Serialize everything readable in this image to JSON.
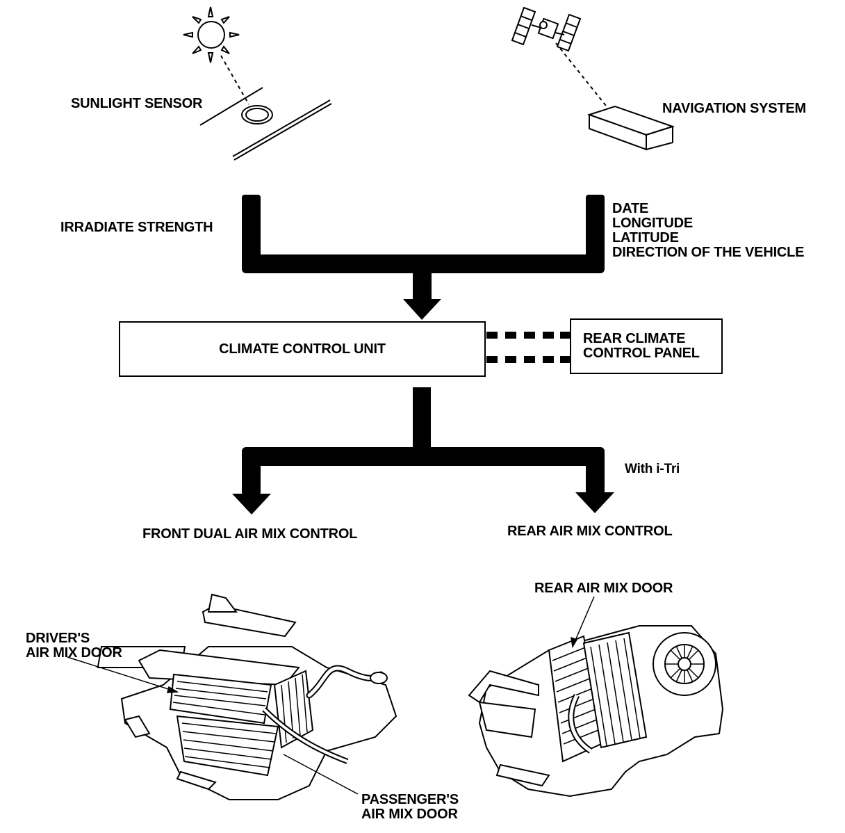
{
  "sensors": {
    "sunlight_sensor": "SUNLIGHT SENSOR",
    "navigation_system": "NAVIGATION SYSTEM"
  },
  "inputs": {
    "irradiate_strength": "IRRADIATE STRENGTH",
    "nav_data": [
      "DATE",
      "LONGITUDE",
      "LATITUDE",
      "DIRECTION OF THE VEHICLE"
    ]
  },
  "units": {
    "climate_control_unit": "CLIMATE CONTROL UNIT",
    "rear_panel": [
      "REAR CLIMATE",
      "CONTROL PANEL"
    ]
  },
  "outputs": {
    "with_itri": "With i-Tri",
    "front_control": "FRONT DUAL AIR MIX CONTROL",
    "rear_control": "REAR AIR MIX CONTROL"
  },
  "doors": {
    "drivers": [
      "DRIVER'S",
      "AIR MIX DOOR"
    ],
    "passengers": [
      "PASSENGER'S",
      "AIR MIX DOOR"
    ],
    "rear": "REAR AIR MIX DOOR"
  },
  "icons": [
    "sun-icon",
    "satellite-icon",
    "sunlight-sensor-icon",
    "navigation-unit-icon",
    "front-hvac-unit-icon",
    "rear-hvac-unit-icon"
  ],
  "colors": {
    "ink": "#000000",
    "paper": "#ffffff"
  }
}
